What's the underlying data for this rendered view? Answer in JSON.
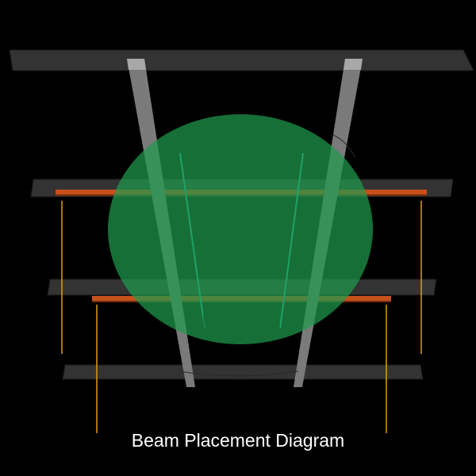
{
  "diagram": {
    "caption": "Beam Placement Diagram",
    "colors": {
      "background": "#000000",
      "slab": "#333333",
      "beam": "#7a7a7a",
      "beam_highlight": "#a8a8a8",
      "orange_rail": "#c8501c",
      "hanger_line": "#e69a14",
      "teal_line": "#1fb3a8",
      "placement_zone": "#1f9a4c",
      "caption_text": "#ffffff"
    },
    "elements": {
      "slabs": [
        "top-slab",
        "upper-slab",
        "middle-slab",
        "bottom-slab"
      ],
      "inclined_beams": [
        "left-inclined-beam",
        "right-inclined-beam"
      ],
      "rails": [
        "upper-orange-rail",
        "lower-orange-rail"
      ],
      "placement_zone": "green-placement-zone"
    }
  }
}
